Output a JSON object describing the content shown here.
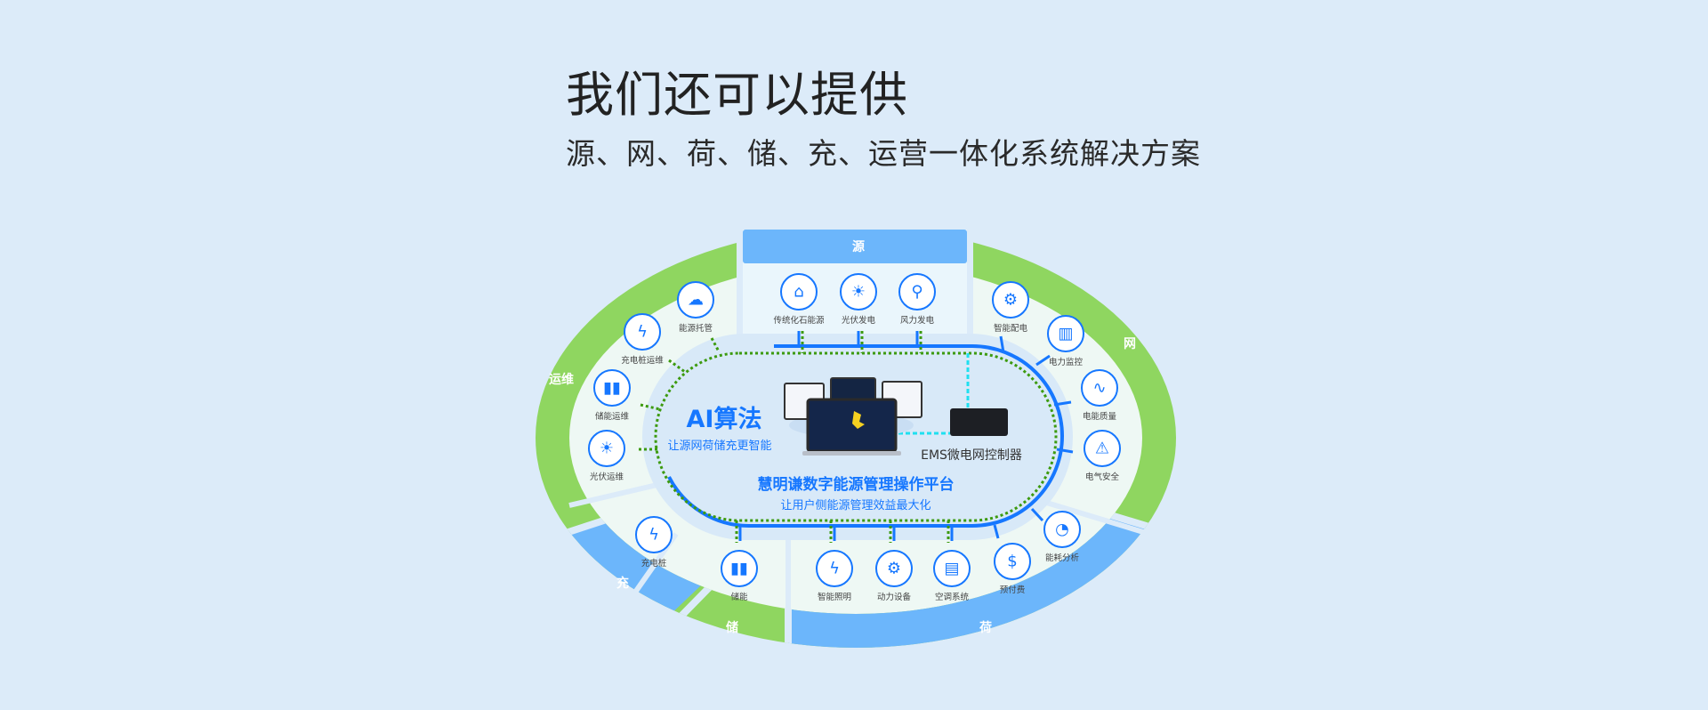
{
  "header": {
    "title": "我们还可以提供",
    "subtitle": "源、网、荷、储、充、运营一体化系统解决方案"
  },
  "bands": {
    "source": "源",
    "grid": "网",
    "load": "荷",
    "storage": "储",
    "charging": "充",
    "ops": "运维"
  },
  "nodes": {
    "source": [
      {
        "label": "传统化石能源",
        "icon": "power-plant-icon"
      },
      {
        "label": "光伏发电",
        "icon": "solar-panel-icon"
      },
      {
        "label": "风力发电",
        "icon": "wind-turbine-icon"
      }
    ],
    "grid": [
      {
        "label": "智能配电",
        "icon": "monitor-gear-icon"
      },
      {
        "label": "电力监控",
        "icon": "building-power-icon"
      },
      {
        "label": "电能质量",
        "icon": "waveform-monitor-icon"
      },
      {
        "label": "电气安全",
        "icon": "alarm-bell-icon"
      }
    ],
    "load": [
      {
        "label": "能耗分析",
        "icon": "chart-analysis-icon"
      },
      {
        "label": "预付费",
        "icon": "prepay-icon"
      },
      {
        "label": "空调系统",
        "icon": "air-conditioner-icon"
      },
      {
        "label": "动力设备",
        "icon": "motor-icon"
      },
      {
        "label": "智能照明",
        "icon": "bulb-icon"
      }
    ],
    "storage": [
      {
        "label": "储能",
        "icon": "battery-icon"
      }
    ],
    "charging": [
      {
        "label": "充电桩",
        "icon": "charging-pile-icon"
      }
    ],
    "ops": [
      {
        "label": "光伏运维",
        "icon": "solar-panel-icon"
      },
      {
        "label": "储能运维",
        "icon": "battery-icon"
      },
      {
        "label": "充电桩运维",
        "icon": "charging-pile-icon"
      },
      {
        "label": "能源托管",
        "icon": "hand-cloud-icon"
      }
    ]
  },
  "center": {
    "ai_title": "AI算法",
    "ai_sub": "让源网荷储充更智能",
    "platform_title": "慧明谦数字能源管理操作平台",
    "platform_sub": "让用户侧能源管理效益最大化",
    "controller": "EMS微电网控制器"
  },
  "colors": {
    "green": "#8fd660",
    "blue": "#6cb6fb",
    "accent": "#1677ff",
    "bg": "#dcebf9"
  }
}
